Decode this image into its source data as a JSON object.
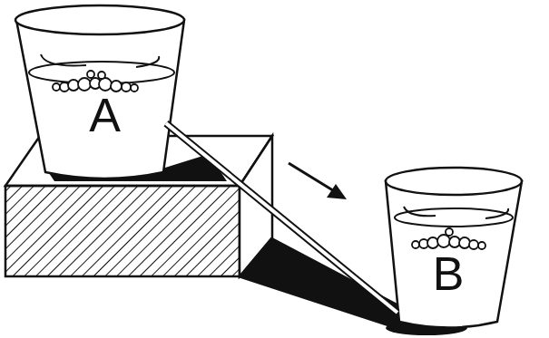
{
  "diagram": {
    "nodes": [
      {
        "text": [
          "A"
        ]
      },
      {
        "text": [
          "B"
        ]
      }
    ],
    "edges": [
      {
        "from": 0,
        "to": 1,
        "arrow": "none"
      }
    ]
  }
}
